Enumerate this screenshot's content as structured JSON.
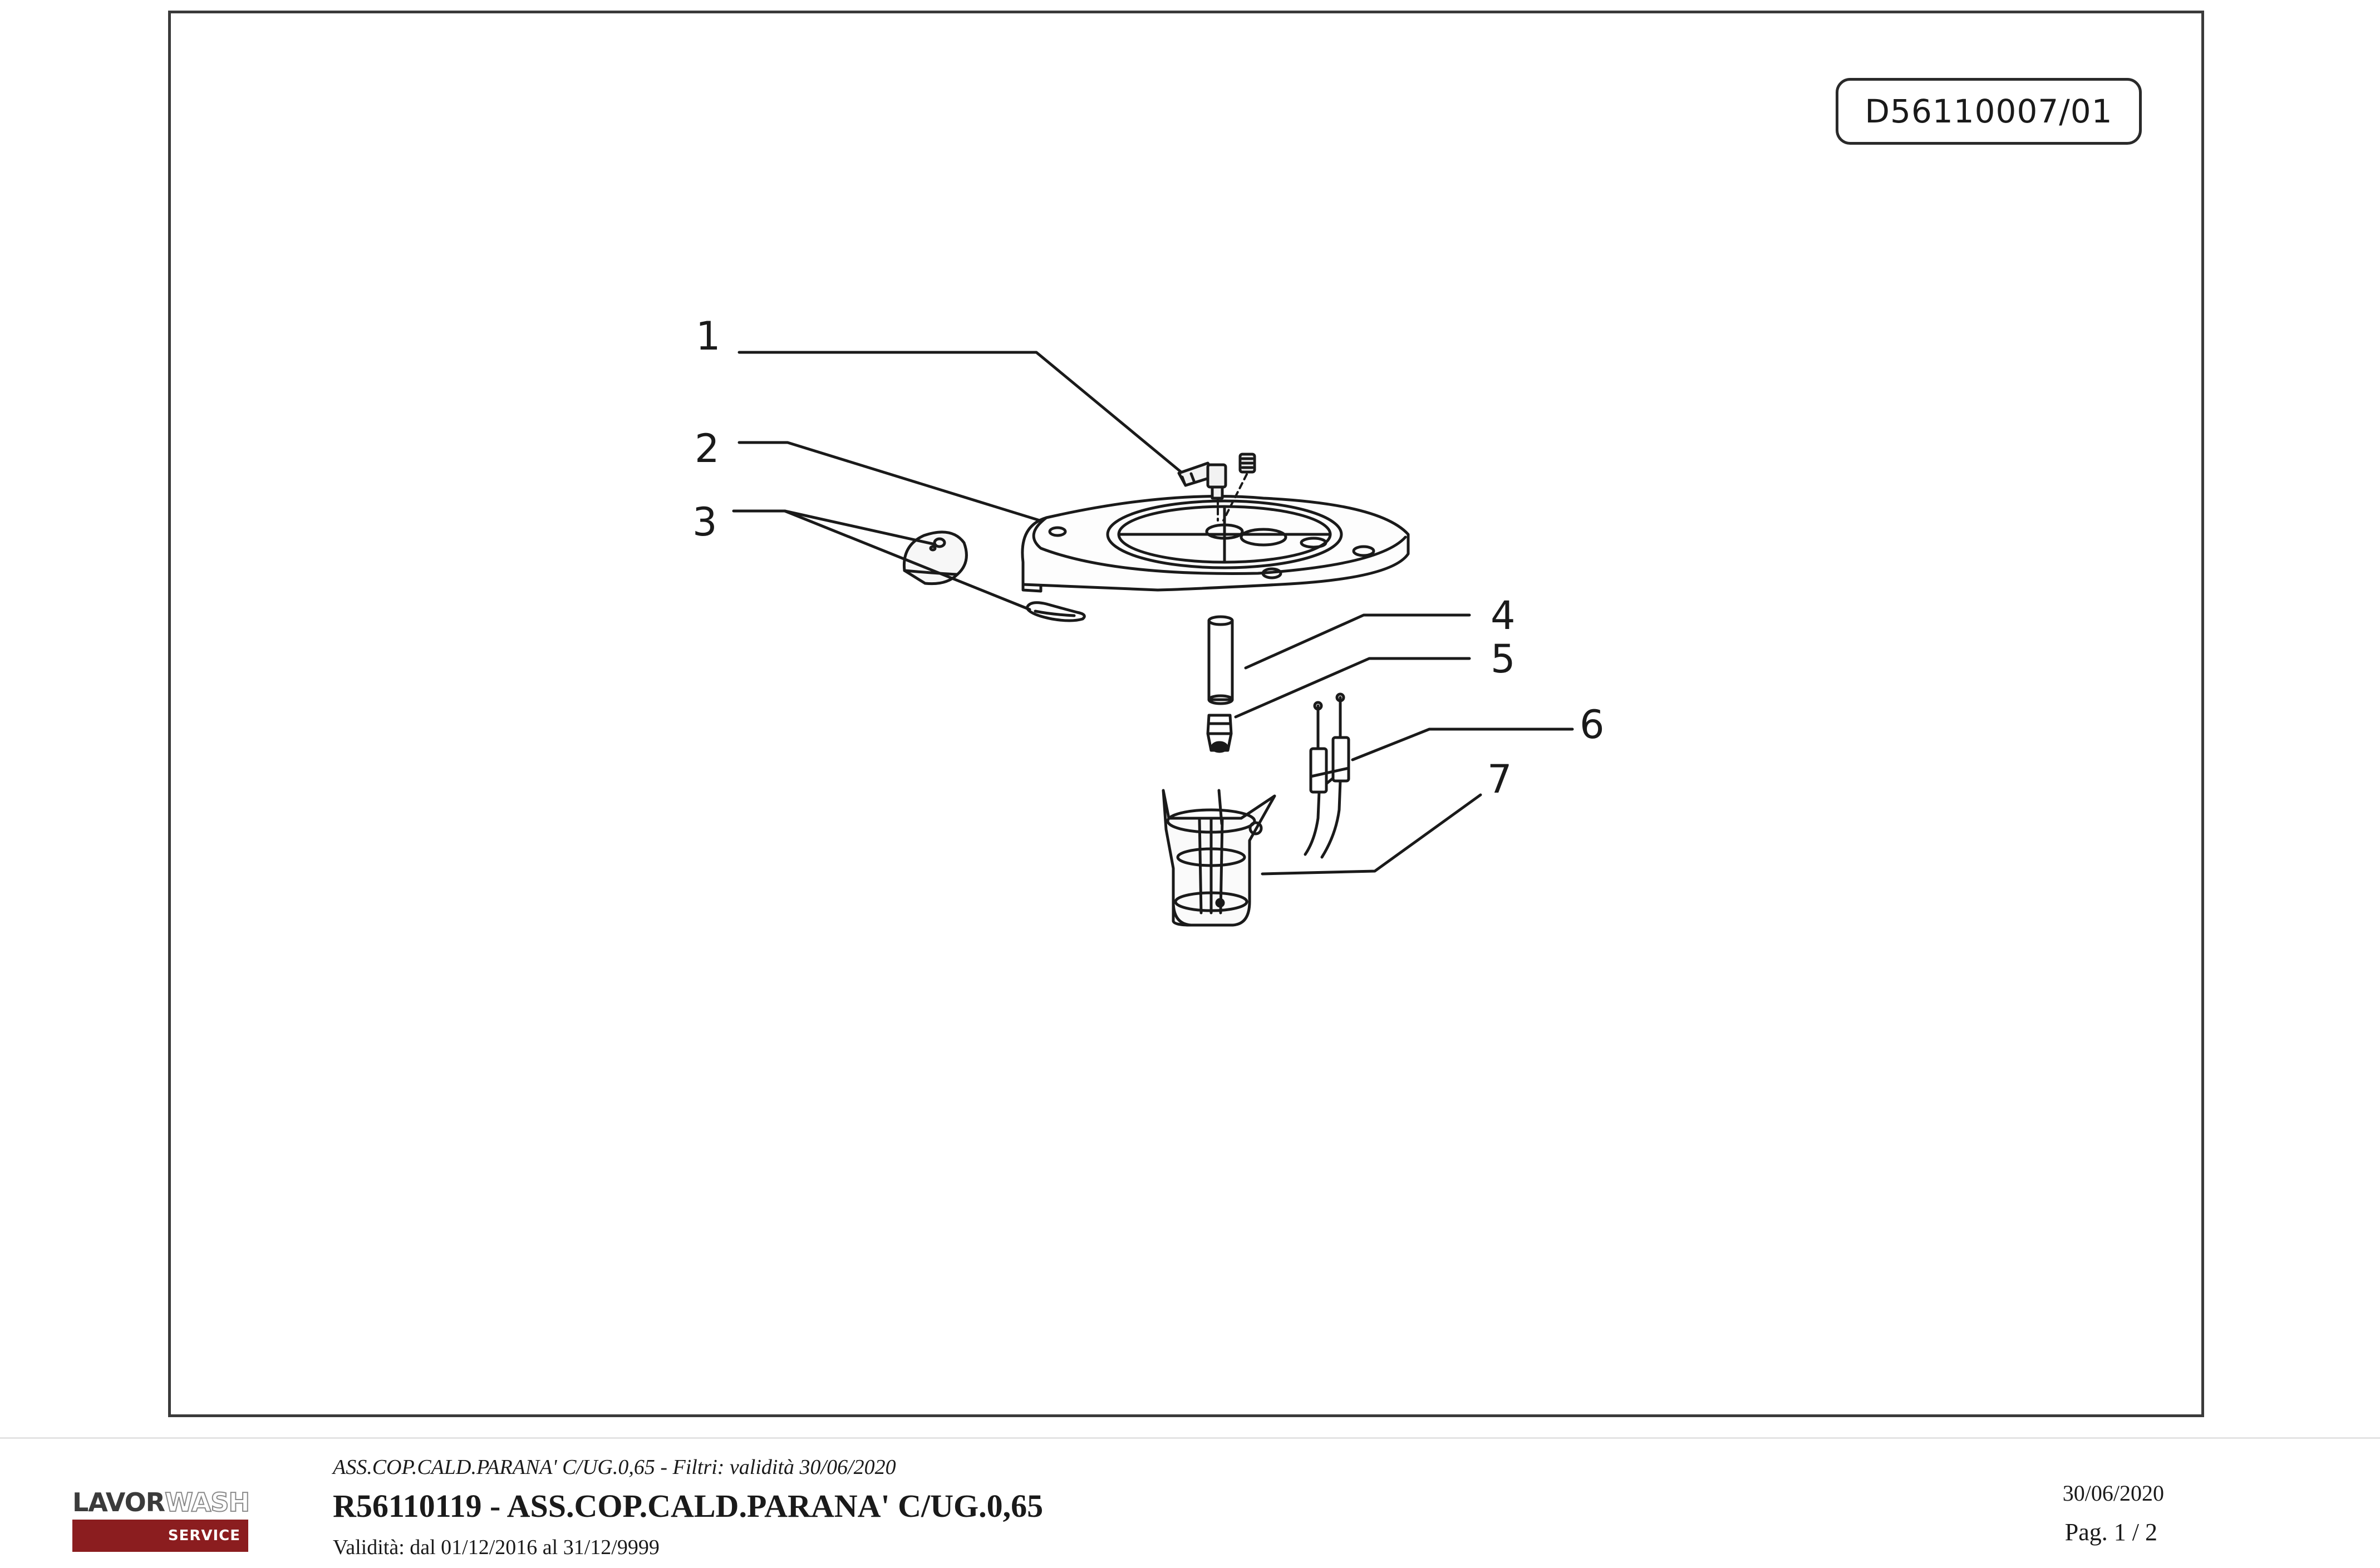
{
  "drawing": {
    "code": "D56110007/01",
    "callouts": [
      "1",
      "2",
      "3",
      "4",
      "5",
      "6",
      "7"
    ]
  },
  "footer": {
    "brand_primary": "LAVOR",
    "brand_secondary": "WASH",
    "brand_service": "SERVICE",
    "subtitle": "ASS.COP.CALD.PARANA' C/UG.0,65 - Filtri: validità 30/06/2020",
    "title": "R56110119 - ASS.COP.CALD.PARANA' C/UG.0,65",
    "validity": "Validità: dal 01/12/2016 al 31/12/9999",
    "date": "30/06/2020",
    "page": "Pag. 1 / 2"
  },
  "colors": {
    "frame": "#3a3a3a",
    "logo_red": "#8b1d1f",
    "line": "#1a1a1a"
  }
}
